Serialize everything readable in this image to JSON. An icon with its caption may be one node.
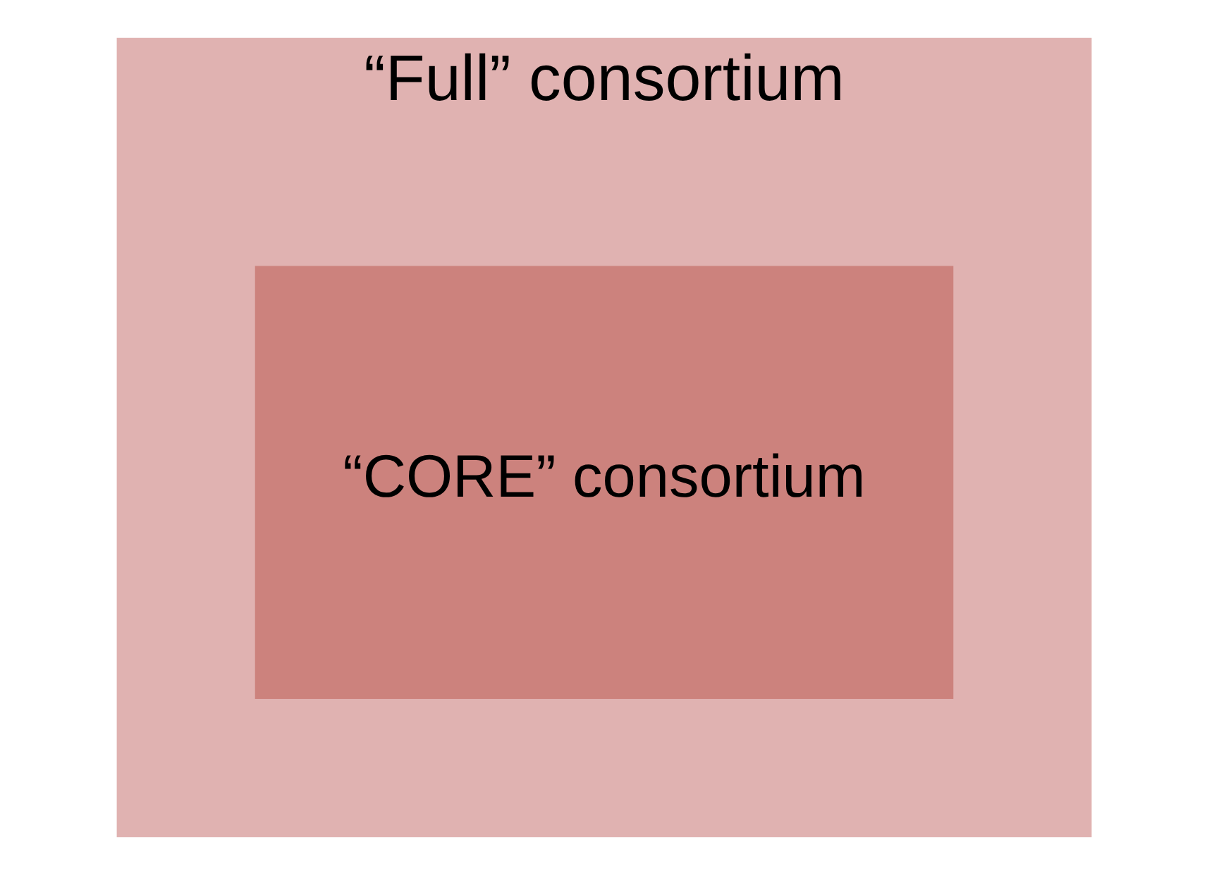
{
  "diagram": {
    "nodes": [
      {
        "text": [
          "“Full” consortium"
        ]
      },
      {
        "text": [
          "“CORE” consortium"
        ],
        "in": 0
      }
    ]
  }
}
